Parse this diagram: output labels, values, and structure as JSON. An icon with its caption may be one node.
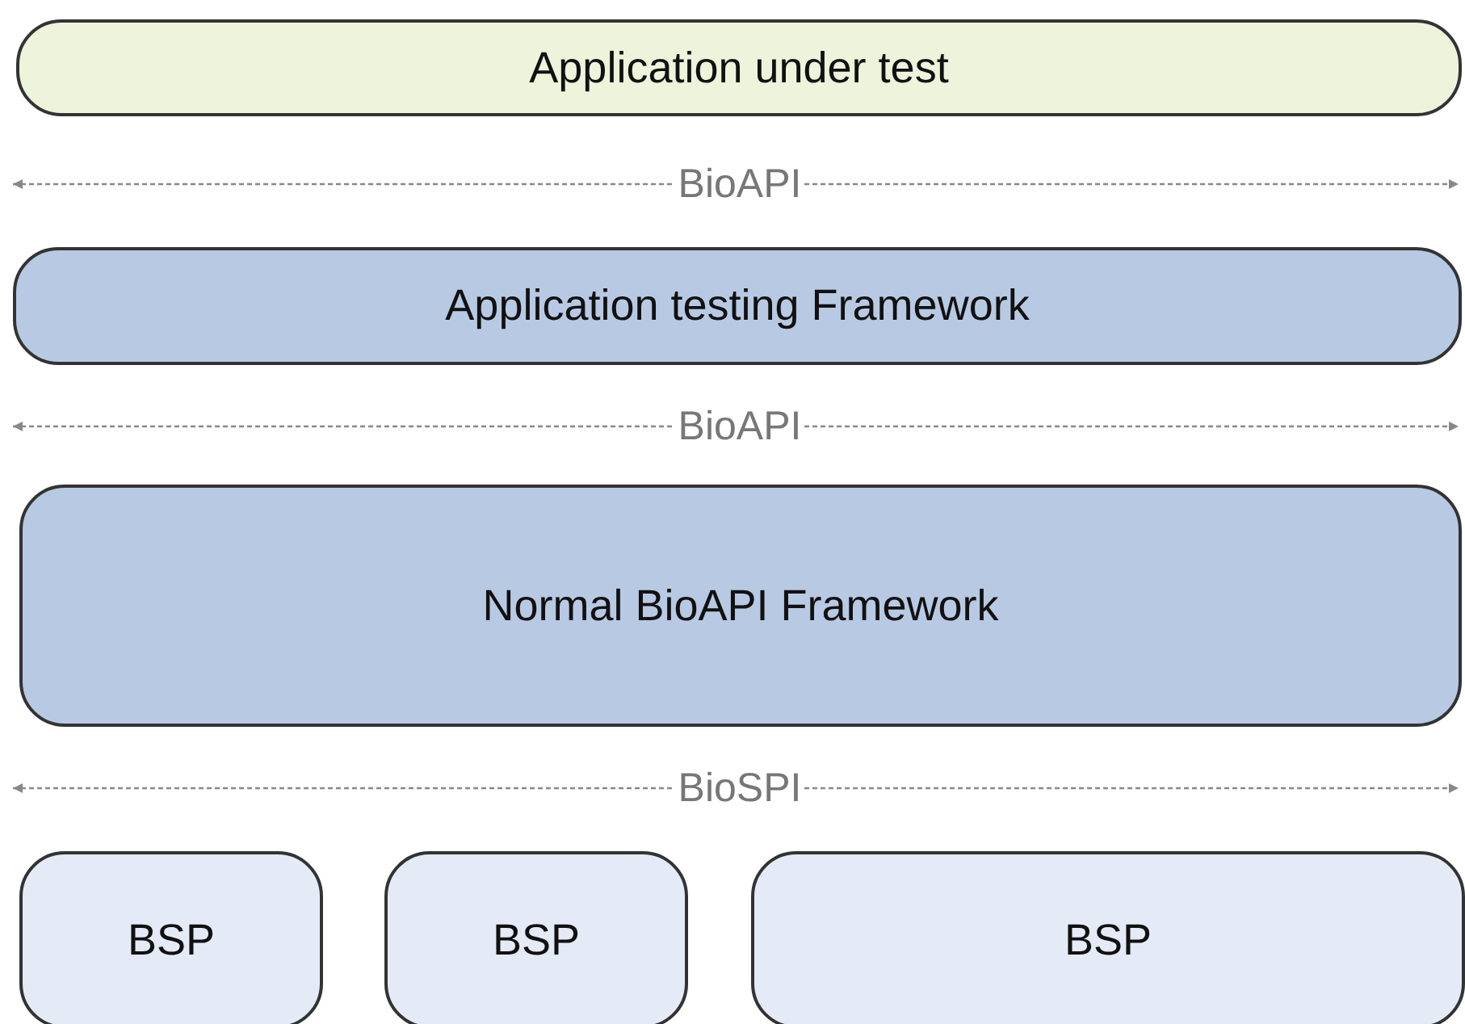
{
  "diagram": {
    "nodes": [
      {
        "text": [
          "Application under test"
        ]
      },
      {
        "text": [
          "Application testing Framework"
        ]
      },
      {
        "text": [
          "Normal BioAPI Framework"
        ]
      },
      {
        "text": [
          "BSP"
        ]
      },
      {
        "text": [
          "BSP"
        ]
      },
      {
        "text": [
          "BSP"
        ]
      }
    ],
    "labels": [
      "BioAPI",
      "BioAPI",
      "BioSPI"
    ]
  }
}
